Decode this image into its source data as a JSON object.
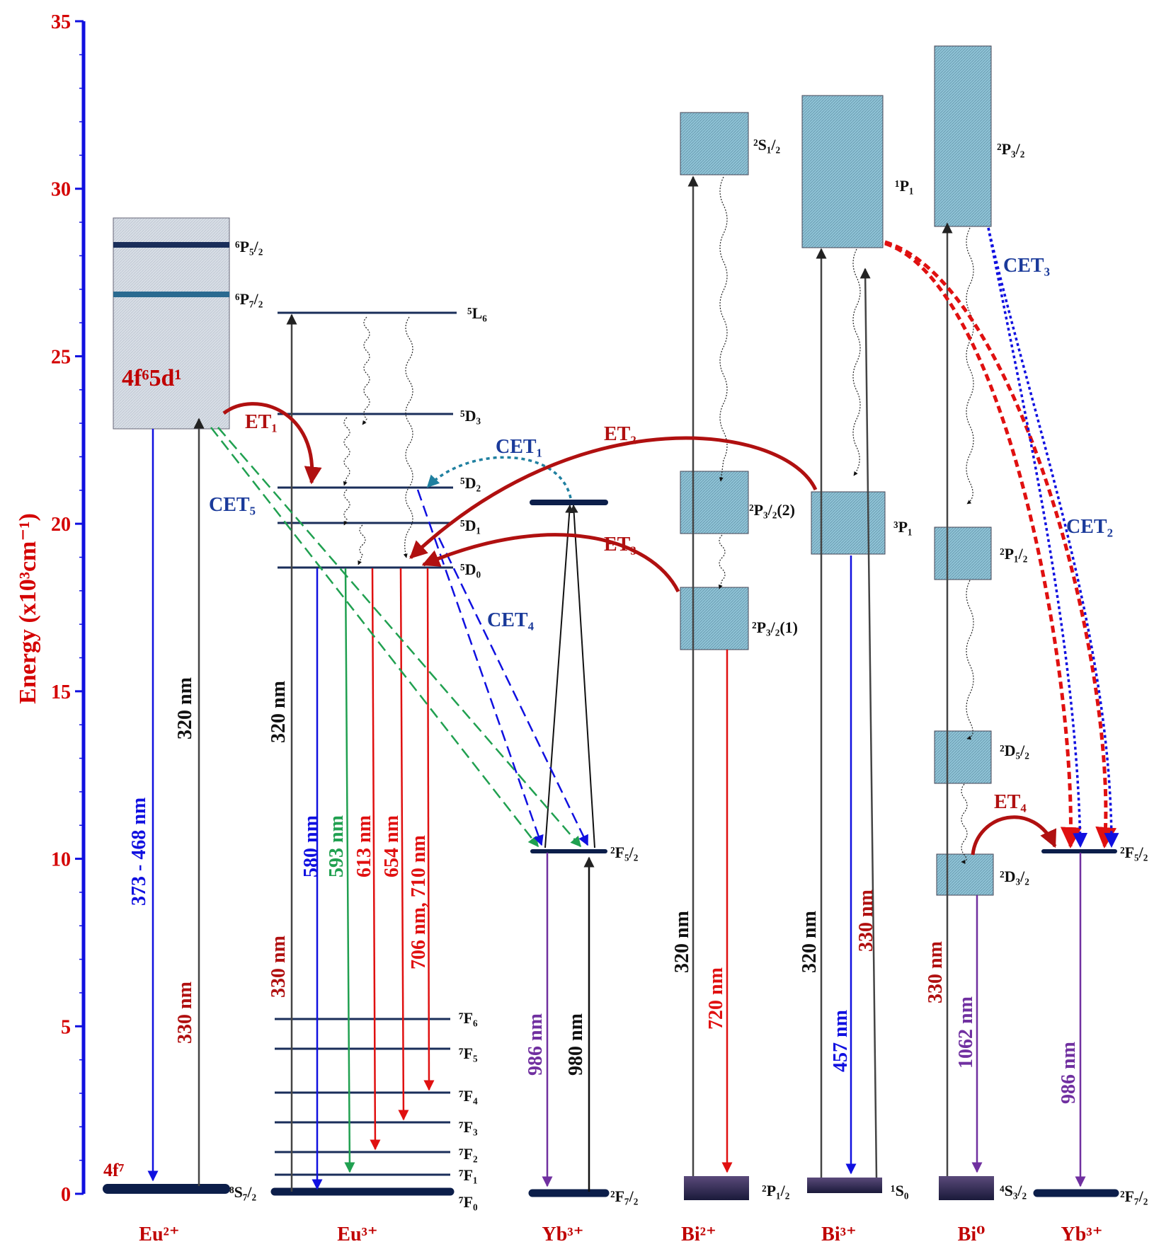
{
  "axis": {
    "label": "Energy (x10³cm⁻¹)",
    "ticks": [
      "0",
      "5",
      "10",
      "15",
      "20",
      "25",
      "30",
      "35"
    ],
    "axis_color": "#1010e0",
    "tick_color": "#d40000"
  },
  "species": [
    "Eu²⁺",
    "Eu³⁺",
    "Yb³⁺",
    "Bi²⁺",
    "Bi³⁺",
    "Bi⁰",
    "Yb³⁺"
  ],
  "levels": {
    "eu2_ground": "⁸S₇/₂",
    "eu2_p52": "⁶P₅/₂",
    "eu2_p72": "⁶P₇/₂",
    "eu2_band": "4f⁶5d¹",
    "eu2_4f7": "4f⁷",
    "eu3_L6": "⁵L₆",
    "eu3_D3": "⁵D₃",
    "eu3_D2": "⁵D₂",
    "eu3_D1": "⁵D₁",
    "eu3_D0": "⁵D₀",
    "eu3_F6": "⁷F₆",
    "eu3_F5": "⁷F₅",
    "eu3_F4": "⁷F₄",
    "eu3_F3": "⁷F₃",
    "eu3_F2": "⁷F₂",
    "eu3_F1": "⁷F₁",
    "eu3_F0": "⁷F₀",
    "yb_F52": "²F₅/₂",
    "yb_F72": "²F₇/₂",
    "bi2_S12": "²S₁/₂",
    "bi2_P32_2": "²P₃/₂(2)",
    "bi2_P32_1": "²P₃/₂(1)",
    "bi2_P12": "²P₁/₂",
    "bi3_P1u": "¹P₁",
    "bi3_P1": "³P₁",
    "bi3_S0": "¹S₀",
    "bi0_P32": "²P₃/₂",
    "bi0_P12": "²P₁/₂",
    "bi0_D52": "²D₅/₂",
    "bi0_D32": "²D₃/₂",
    "bi0_S32": "⁴S₃/₂",
    "yb2_F52": "²F₅/₂",
    "yb2_F72": "²F₇/₂"
  },
  "transfers": {
    "et1": "ET₁",
    "et2": "ET₂",
    "et3": "ET₃",
    "et4": "ET₄",
    "cet1": "CET₁",
    "cet2": "CET₂",
    "cet3": "CET₃",
    "cet4": "CET₄",
    "cet5": "CET₅"
  },
  "wavelengths": {
    "eu2_em": "373 - 468 nm",
    "eu2_ex320": "320 nm",
    "eu2_ex330": "330 nm",
    "eu3_ex320": "320 nm",
    "eu3_ex330": "330 nm",
    "eu3_580": "580 nm",
    "eu3_593": "593 nm",
    "eu3_613": "613 nm",
    "eu3_654": "654 nm",
    "eu3_706": "706 nm, 710 nm",
    "yb_986": "986 nm",
    "yb_980": "980 nm",
    "bi2_320": "320 nm",
    "bi2_720": "720 nm",
    "bi3_320": "320 nm",
    "bi3_457": "457 nm",
    "bi3_330": "330 nm",
    "bi0_330": "330 nm",
    "bi0_1062": "1062 nm",
    "yb2_986": "986 nm"
  }
}
